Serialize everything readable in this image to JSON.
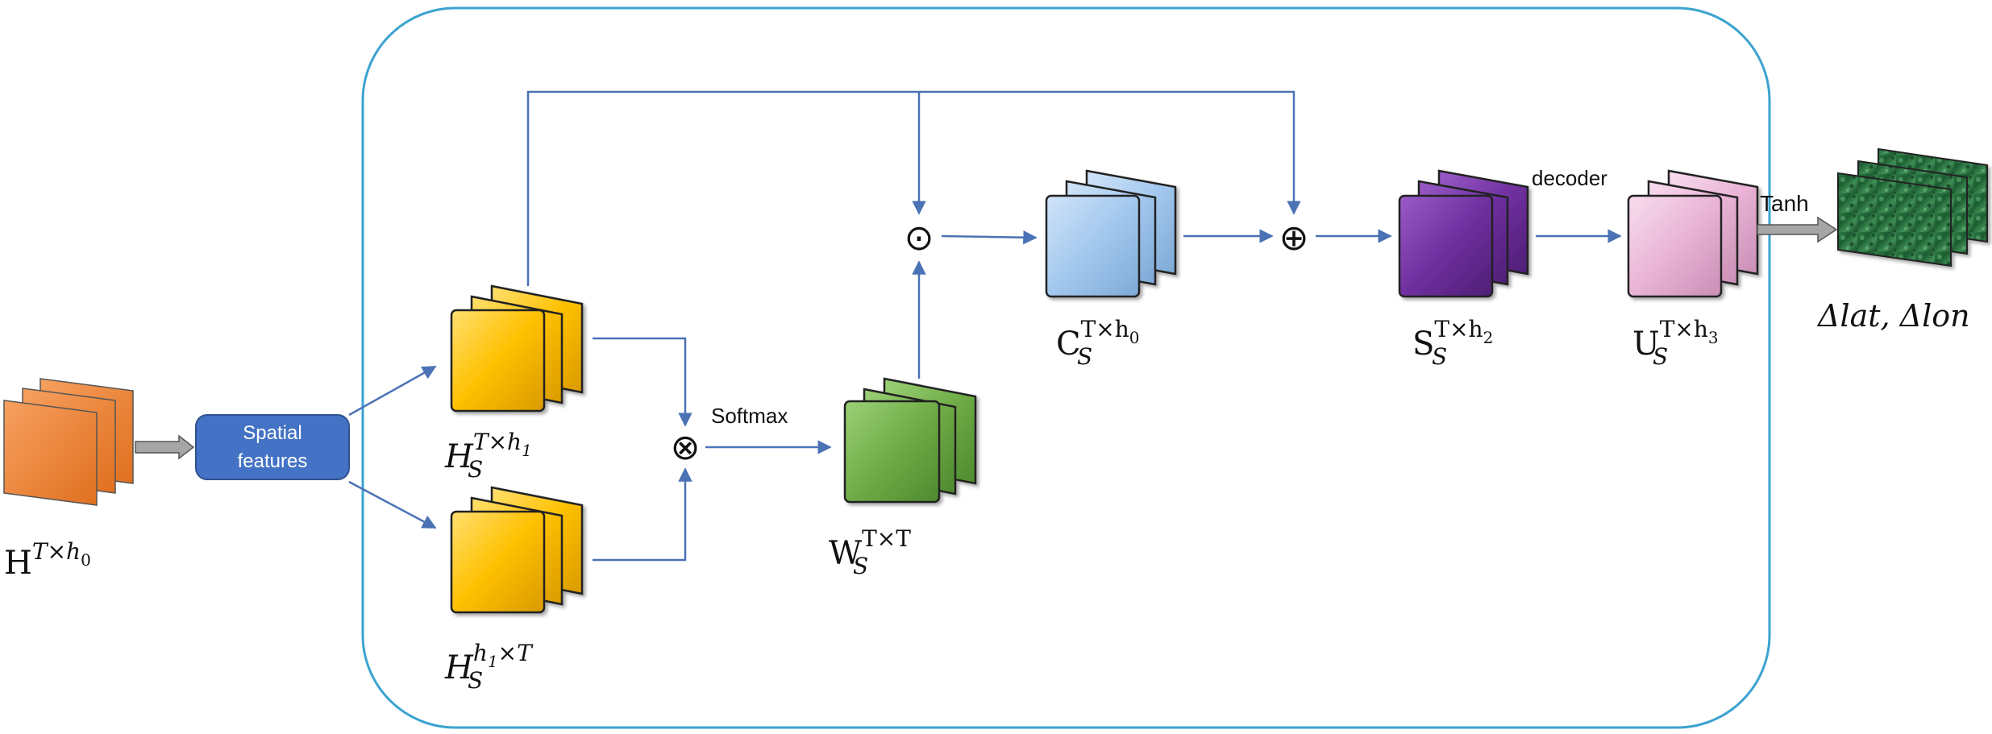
{
  "input": {
    "base": "H",
    "sup": "T×h",
    "sub": "0"
  },
  "spatial_box": {
    "line1": "Spatial",
    "line2": "features"
  },
  "hs1": {
    "base": "H",
    "sub": "S",
    "sup": "T×h",
    "supsub": "1"
  },
  "hs2": {
    "base": "H",
    "sub": "S",
    "sup": "h",
    "supsub": "1",
    "sup_tail": "×T"
  },
  "ws": {
    "base": "W",
    "sub": "S",
    "sup": "T×T"
  },
  "cs": {
    "base": "C",
    "sub": "S",
    "sup": "T×h",
    "supsub": "0"
  },
  "ss": {
    "base": "S",
    "sub": "S",
    "sup": "T×h",
    "supsub": "2"
  },
  "us": {
    "base": "U",
    "sub": "S",
    "sup": "T×h",
    "supsub": "3"
  },
  "output_label": "Δlat, Δlon",
  "ops": {
    "hadamard": "⊙",
    "oplus": "⊕",
    "otimes": "⊗"
  },
  "edge_labels": {
    "softmax": "Softmax",
    "decoder": "decoder",
    "tanh": "Tanh"
  },
  "colors": {
    "orange": "#F08534",
    "yellow": "#FFC000",
    "green": "#70AD47",
    "light_blue": "#A3C8EE",
    "purple": "#7030A0",
    "pink": "#E9B4D6",
    "box_blue": "#4472C4",
    "frame": "#3BA3D0",
    "arrow": "#4A72B5"
  }
}
